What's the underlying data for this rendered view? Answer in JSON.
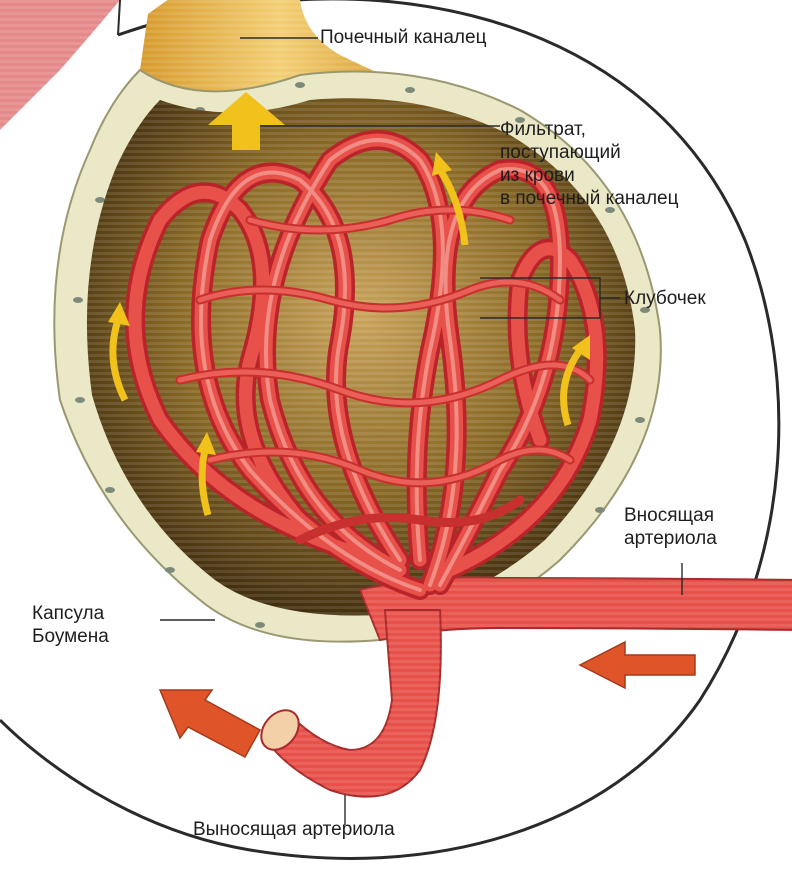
{
  "labels": {
    "tubule": "Почечный каналец",
    "filtrate": [
      "Фильтрат,",
      "поступающий",
      "из крови",
      "в почечный каналец"
    ],
    "glomerulus": "Клубочек",
    "afferent": [
      "Вносящая",
      "артериола"
    ],
    "capsule": [
      "Капсула",
      "Боумена"
    ],
    "efferent": "Выносящая артериола"
  },
  "colors": {
    "vessel": "#e8504a",
    "vessel_dark": "#b8242a",
    "flow_arrow": "#f2c21c",
    "blood_arrow": "#e0542a",
    "capsule_wall": "#e9e6c4",
    "capsule_interior": "#8a6a26",
    "tubule": "#e6b44c",
    "outline": "#2a2a2a"
  }
}
